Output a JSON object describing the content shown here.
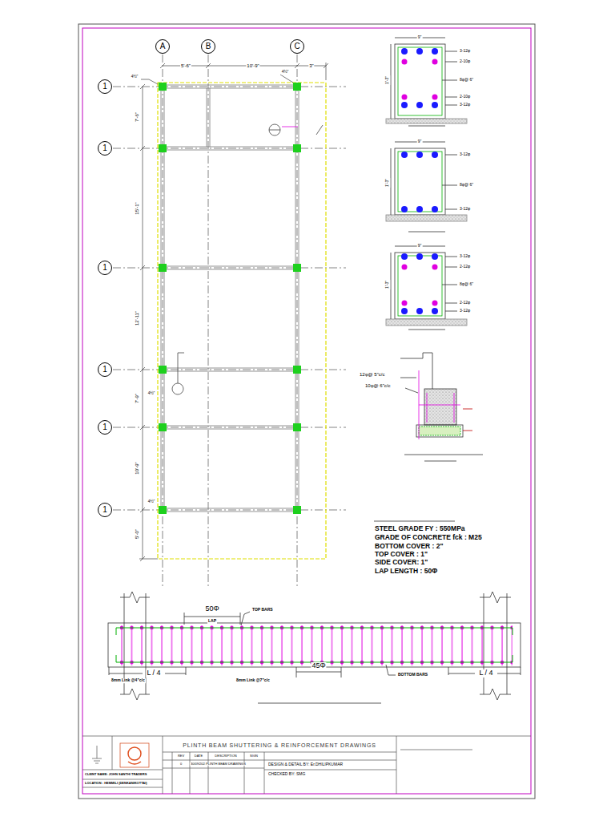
{
  "diagram": {
    "title": "PLINTH BEAM SHUTTERING & REINFORCEMENT DRAWINGS",
    "nodes": [
      {
        "text": [
          "A"
        ]
      },
      {
        "text": [
          "B"
        ]
      },
      {
        "text": [
          "C"
        ]
      },
      {
        "text": [
          "1"
        ]
      },
      {
        "text": [
          "1"
        ]
      },
      {
        "text": [
          "1"
        ]
      },
      {
        "text": [
          "1"
        ]
      },
      {
        "text": [
          "1"
        ]
      },
      {
        "text": [
          "1"
        ]
      }
    ],
    "labels": [
      "5'-6\"",
      "10'-9\"",
      "3\"",
      "4½\"",
      "4½\"",
      "7'-6\"",
      "15'-1\"",
      "12'-11\"",
      "7'-9\"",
      "10'-9\"",
      "5'-0\"",
      "4½\"",
      "4½\"",
      "9\"",
      "1'-3\"",
      "3-12φ",
      "2-10φ",
      "8φ@ 6\"",
      "2-10φ",
      "3-12φ",
      "9\"",
      "1'-3\"",
      "3-12φ",
      "8φ@ 6\"",
      "3-12φ",
      "9\"",
      "1'-3\"",
      "3-12φ",
      "2-12φ",
      "8φ@ 6\"",
      "2-12φ",
      "3-12φ",
      "12φ@ 5\"c/c",
      "10φ@ 6\"c/c",
      "STEEL GRADE FY : 550MPa",
      "GRADE OF CONCRETE fck : M25",
      "BOTTOM COVER : 2\"",
      "TOP COVER : 1\"",
      "SIDE COVER: 1\"",
      "LAP LENGTH : 50Φ",
      "50Φ",
      "LAP",
      "TOP BARS",
      "L / 4",
      "L / 4",
      "8mm Link @4\"c/c",
      "8mm Link @7\"c/c",
      "45Φ",
      "BOTTOM BARS",
      "REV",
      "DATE",
      "DESCRIPTION",
      "SIGN",
      "0",
      "30/09/2024",
      "PLINTH BEAM DRAWINGS",
      "DESIGN & DETAIL BY: Er.DHILIPKUMAR",
      "CHECKED BY: SMG",
      "CLIENT NAME: JOHN SANTHI TRADERS",
      "LOCATION : HEMMILI (DENKANIKOTTAI)"
    ]
  }
}
